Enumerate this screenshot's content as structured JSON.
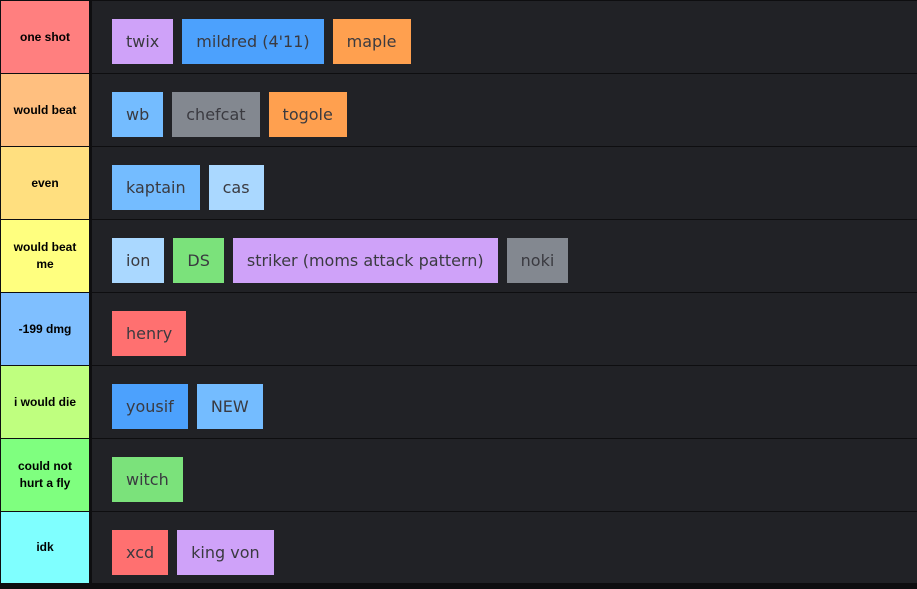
{
  "tiers": [
    {
      "label": "one shot",
      "color": "#ff7f7f",
      "items": [
        {
          "text": "twix",
          "color": "#cfa2f9"
        },
        {
          "text": "mildred (4'11)",
          "color": "#4ca1fd"
        },
        {
          "text": "maple",
          "color": "#ffa04f"
        }
      ]
    },
    {
      "label": "would beat",
      "color": "#ffbf7f",
      "items": [
        {
          "text": "wb",
          "color": "#74bcff"
        },
        {
          "text": "chefcat",
          "color": "#838890"
        },
        {
          "text": "togole",
          "color": "#ffa04f"
        }
      ]
    },
    {
      "label": "even",
      "color": "#ffdf7f",
      "items": [
        {
          "text": "kaptain",
          "color": "#74bcff"
        },
        {
          "text": "cas",
          "color": "#aad8ff"
        }
      ]
    },
    {
      "label": "would beat me",
      "color": "#ffff7f",
      "items": [
        {
          "text": "ion",
          "color": "#aad8ff"
        },
        {
          "text": "DS",
          "color": "#7be27b"
        },
        {
          "text": "striker (moms attack pattern)",
          "color": "#cfa2f9"
        },
        {
          "text": "noki",
          "color": "#838890"
        }
      ]
    },
    {
      "label": "-199 dmg",
      "color": "#7fbfff",
      "items": [
        {
          "text": "henry",
          "color": "#ff7070"
        }
      ]
    },
    {
      "label": "i would die",
      "color": "#bfff7f",
      "items": [
        {
          "text": "yousif",
          "color": "#4ca1fd"
        },
        {
          "text": "NEW",
          "color": "#74bcff"
        }
      ]
    },
    {
      "label": "could not hurt a fly",
      "color": "#7fff7f",
      "items": [
        {
          "text": "witch",
          "color": "#7be27b"
        }
      ]
    },
    {
      "label": "idk",
      "color": "#7fffff",
      "items": [
        {
          "text": "xcd",
          "color": "#ff7070"
        },
        {
          "text": "king von",
          "color": "#cfa2f9"
        }
      ]
    }
  ]
}
